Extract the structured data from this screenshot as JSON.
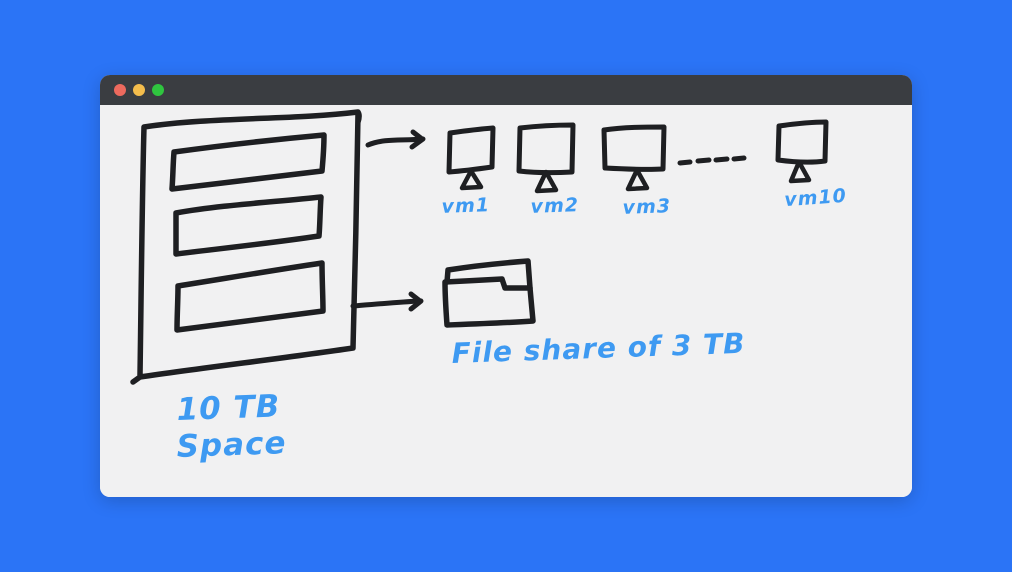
{
  "colors": {
    "desktop_background": "#2B74F6",
    "titlebar_background": "#3A3D41",
    "canvas_background": "#F1F1F2",
    "ink": "#1E1F22",
    "annotation_blue": "#3E9AF2",
    "traffic_close": "#ED6A5E",
    "traffic_minimize": "#F4BD4C",
    "traffic_maximize": "#2FC53F"
  },
  "window": {
    "traffic_lights": [
      "close",
      "minimize",
      "maximize"
    ]
  },
  "diagram": {
    "storage_box": {
      "label_line1": "10 TB",
      "label_line2": "Space",
      "disk_count": 3
    },
    "vm_row": {
      "labels": [
        "vm1",
        "vm2",
        "vm3",
        "vm10"
      ],
      "gap_dash_count": 4
    },
    "file_share": {
      "label": "File share of 3 TB"
    }
  }
}
